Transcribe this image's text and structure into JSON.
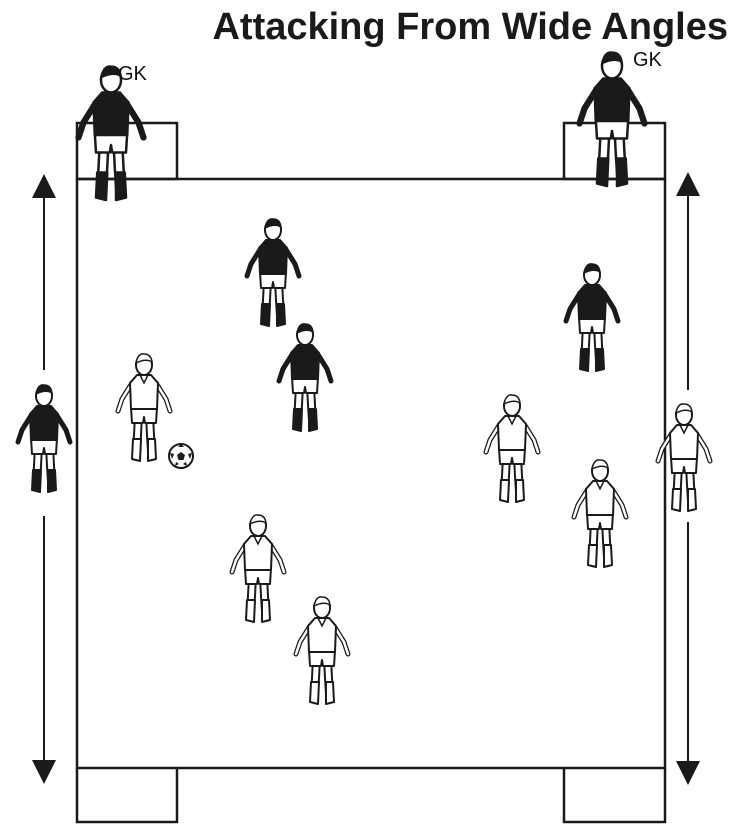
{
  "title": "Attacking From Wide Angles",
  "labels": {
    "gk_left": "GK",
    "gk_right": "GK"
  },
  "colors": {
    "line": "#1a1a1a",
    "dark_team": "#1a1a1a",
    "light_team": "#ffffff"
  },
  "players": [
    {
      "id": "gk-left",
      "team": "dark",
      "role": "GK"
    },
    {
      "id": "gk-right",
      "team": "dark",
      "role": "GK"
    },
    {
      "id": "dark-1",
      "team": "dark"
    },
    {
      "id": "dark-2",
      "team": "dark"
    },
    {
      "id": "dark-3",
      "team": "dark"
    },
    {
      "id": "dark-wide-left",
      "team": "dark"
    },
    {
      "id": "light-ball",
      "team": "light"
    },
    {
      "id": "light-1",
      "team": "light"
    },
    {
      "id": "light-2",
      "team": "light"
    },
    {
      "id": "light-3",
      "team": "light"
    },
    {
      "id": "light-4",
      "team": "light"
    },
    {
      "id": "light-wide-right",
      "team": "light"
    }
  ]
}
